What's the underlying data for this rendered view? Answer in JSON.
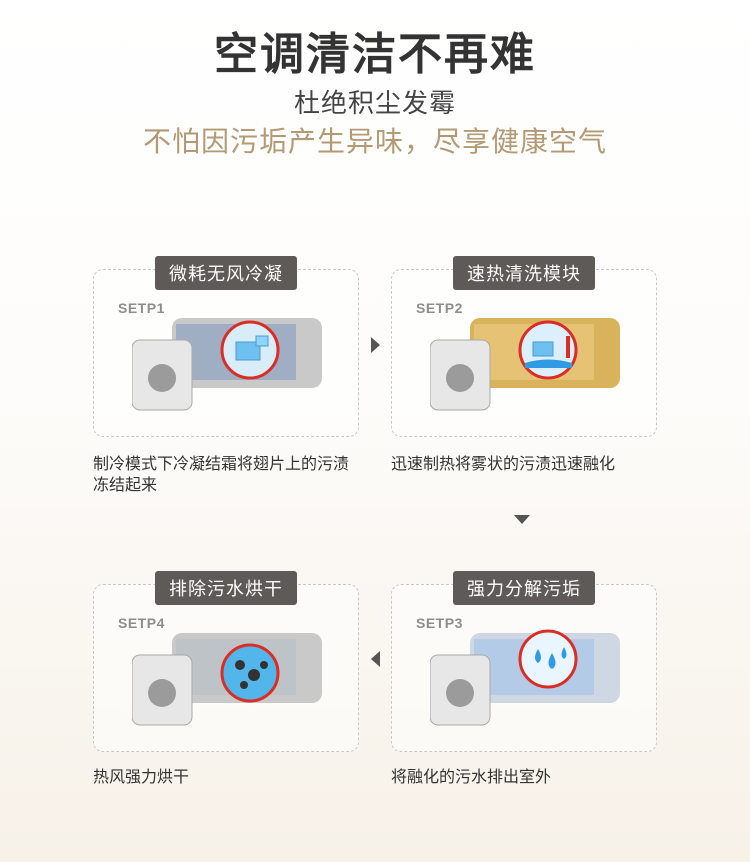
{
  "header": {
    "title": "空调清洁不再难",
    "subtitle1": "杜绝积尘发霉",
    "subtitle2": "不怕因污垢产生异味，尽享健康空气"
  },
  "colors": {
    "accent": "#b39a74",
    "tag_bg": "#5d5a57",
    "ring": "#d92e26"
  },
  "steps": [
    {
      "label": "微耗无风冷凝",
      "code": "SETP1",
      "desc": "制冷模式下冷凝结霜将翅片上的污渍冻结起来",
      "icon": "ice-cube-icon"
    },
    {
      "label": "速热清洗模块",
      "code": "SETP2",
      "desc": "迅速制热将雾状的污渍迅速融化",
      "icon": "melting-ice-icon"
    },
    {
      "label": "强力分解污垢",
      "code": "SETP3",
      "desc": "将融化的污水排出室外",
      "icon": "water-drops-icon"
    },
    {
      "label": "排除污水烘干",
      "code": "SETP4",
      "desc": "热风强力烘干",
      "icon": "dirt-particles-icon"
    }
  ],
  "arrows": [
    "arrow-right-icon",
    "arrow-down-icon",
    "arrow-left-icon"
  ]
}
